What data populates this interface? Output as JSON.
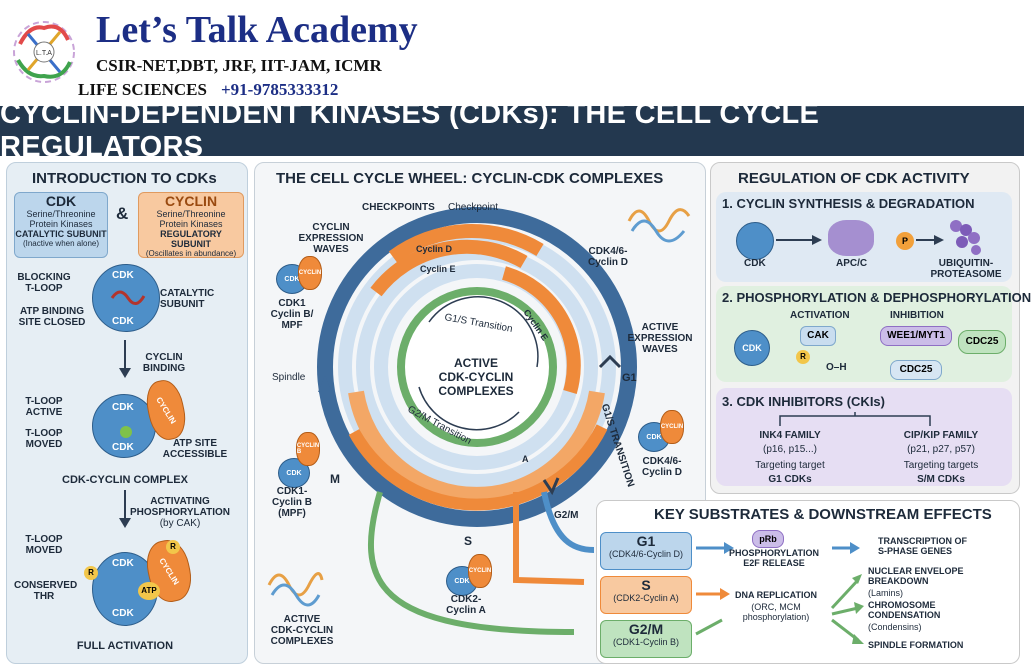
{
  "brand": {
    "name": "Let’s Talk Academy",
    "exams": "CSIR-NET,DBT, JRF, IIT-JAM, ICMR",
    "subject": "LIFE SCIENCES",
    "phone": "+91-9785333312",
    "logo_text": "L.T.A"
  },
  "title": "CYCLIN-DEPENDENT KINASES (CDKs): THE CELL CYCLE REGULATORS",
  "intro": {
    "title": "INTRODUCTION TO CDKs",
    "cdk_box": {
      "name": "CDK",
      "line1": "Serine/Threonine",
      "line2": "Protein Kinases",
      "role": "CATALYTIC SUBUNIT",
      "note": "(Inactive when alone)"
    },
    "amp": "&",
    "cyclin_box": {
      "name": "CYCLIN",
      "line1": "Serine/Threonine",
      "line2": "Protein Kinases",
      "role": "REGULATORY SUBUNIT",
      "note": "(Oscillates in abundance)"
    },
    "blocking": "BLOCKING\nT-LOOP",
    "catalytic": "CATALYTIC\nSUBUNIT",
    "atp_closed": "ATP BINDING\nSITE CLOSED",
    "cdk": "CDK",
    "cyclin_binding": "CYCLIN\nBINDING",
    "tloop_active": "T-LOOP\nACTIVE",
    "tloop_moved": "T-LOOP\nMOVED",
    "atp_access": "ATP SITE\nACCESSIBLE",
    "cyclin": "CYCLIN",
    "complex": "CDK-CYCLIN COMPLEX",
    "activating": "ACTIVATING\nPHOSPHORYLATION",
    "by_cak": "(by CAK)",
    "tloop_moved2": "T-LOOP\nMOVED",
    "conserved": "CONSERVED\nTHR",
    "r": "R",
    "atp": "ATP",
    "full": "FULL ACTIVATION"
  },
  "wheel": {
    "title": "THE CELL CYCLE WHEEL: CYCLIN-CDK COMPLEXES",
    "checkpoints": "CHECKPOINTS",
    "checkpoint": "Checkpoint",
    "expression_waves": "CYCLIN\nEXPRESSION\nWAVES",
    "cyclin_d": "Cyclin D",
    "cyclin_e": "Cyclin E",
    "cyclin_e2": "Cyclin E",
    "cyclin_a": "A",
    "g1s_inner": "G1/S Transition",
    "g2m_inner": "G2/M Transition",
    "center": "ACTIVE\nCDK-CYCLIN\nCOMPLEXES",
    "active_waves": "ACTIVE\nEXPRESSION\nWAVES",
    "g1": "G1",
    "g1s_outer": "G1/S TRANSITION",
    "g2m": "G2/M",
    "m": "M",
    "s": "S",
    "spindle": "Spindle",
    "cdk46_top": "CDK4/6-\nCyclin D",
    "cdk1_left": "CDK1\nCyclin B/\nMPF",
    "cdk1_left2": "CDK1-\nCyclin B\n(MPF)",
    "cdk46_right": "CDK4/6-\nCyclin D",
    "cdk2": "CDK2-\nCyclin A",
    "active_complexes": "ACTIVE\nCDK-CYCLIN\nCOMPLEXES",
    "mini_cdk": "CDK",
    "mini_cyclin": "CYCLIN",
    "mini_cyclin_b": "CYCLIN B"
  },
  "regulation": {
    "title": "REGULATION OF CDK ACTIVITY",
    "s1": "1. CYCLIN SYNTHESIS & DEGRADATION",
    "cdk": "CDK",
    "apc": "APC/C",
    "p": "P",
    "ubiq": "UBIQUITIN-\nPROTEASOME",
    "s2": "2. PHOSPHORYLATION & DEPHOSPHORYLATION",
    "activation": "ACTIVATION",
    "inhibition": "INHIBITION",
    "cak": "CAK",
    "r": "R",
    "oh": "O–H",
    "wee": "WEE1/MYT1",
    "cdc25a": "CDC25",
    "cdc25b": "CDC25",
    "s3": "3. CDK INHIBITORS (CKIs)",
    "ink4": "INK4 FAMILY",
    "ink4_members": "(p16, p15...)",
    "ink4_target": "Targeting target",
    "ink4_cdks": "G1 CDKs",
    "cip": "CIP/KIP FAMILY",
    "cip_members": "(p21, p27, p57)",
    "cip_target": "Targeting targets",
    "cip_cdks": "S/M CDKs"
  },
  "substrates": {
    "title": "KEY SUBSTRATES & DOWNSTREAM EFFECTS",
    "g1": "G1",
    "g1_sub": "(CDK4/6-Cyclin D)",
    "s": "S",
    "s_sub": "(CDK2-Cyclin A)",
    "g2m": "G2/M",
    "g2m_sub": "(CDK1-Cyclin B)",
    "prb": "pRb",
    "phos": "PHOSPHORYLATION\nE2F RELEASE",
    "transcription": "TRANSCRIPTION OF\nS-PHASE GENES",
    "dna": "DNA REPLICATION",
    "dna_sub": "(ORC, MCM\nphosphorylation)",
    "nuclear": "NUCLEAR ENVELOPE\nBREAKDOWN",
    "nuclear_sub": "(Lamins)",
    "chromo": "CHROMOSOME\nCONDENSATION",
    "chromo_sub": "(Condensins)",
    "spindle": "SPINDLE FORMATION"
  },
  "colors": {
    "navy": "#23384f",
    "cdk_blue": "#4e8fc8",
    "cyclin_orange": "#ef8a3a",
    "green": "#6cae6a",
    "purple": "#a58fd0"
  }
}
